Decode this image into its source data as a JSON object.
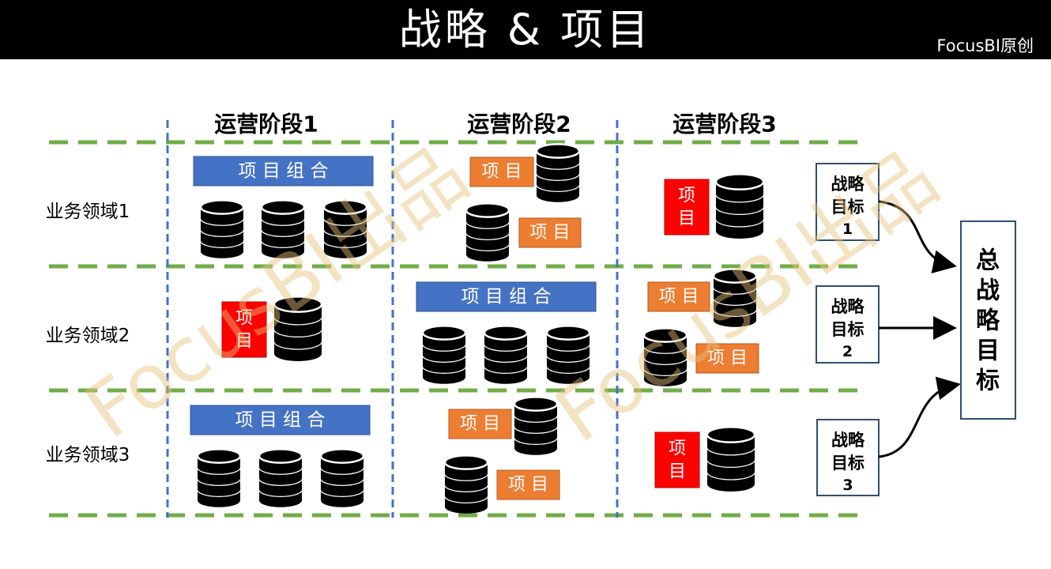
{
  "header": {
    "title": "战略 & 项目",
    "brand": "FocusBI原创"
  },
  "watermark": "FocusBI出品",
  "colors": {
    "blue": "#4472C4",
    "orange": "#ED7D31",
    "red": "#FF0000",
    "green": "#70AD47",
    "dashBlue": "#4472C4",
    "navy": "#2F4F6F"
  },
  "stages": [
    "运营阶段1",
    "运营阶段2",
    "运营阶段3"
  ],
  "domains": [
    "业务领域1",
    "业务领域2",
    "业务领域3"
  ],
  "labels": {
    "portfolio": "项 目 组 合",
    "project": "项 目",
    "projectRed": [
      "项",
      "目"
    ]
  },
  "goals": [
    [
      "战略",
      "目标",
      "1"
    ],
    [
      "战略",
      "目标",
      "2"
    ],
    [
      "战略",
      "目标",
      "3"
    ]
  ],
  "finalGoal": [
    "总",
    "战",
    "略",
    "目",
    "标"
  ]
}
